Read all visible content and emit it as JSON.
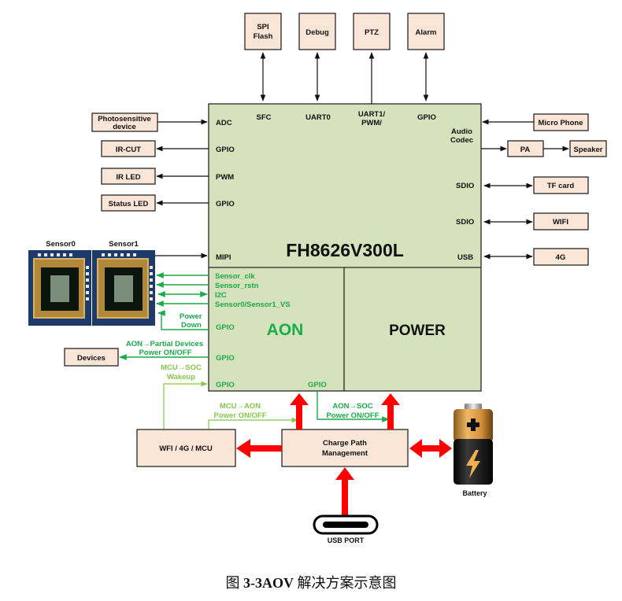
{
  "soc": {
    "title": "FH8626V300L",
    "aon_label": "AON",
    "power_label": "POWER",
    "pins": {
      "sfc": "SFC",
      "uart0": "UART0",
      "uart1_line1": "UART1/",
      "uart1_line2": "PWM/",
      "gpio_top": "GPIO",
      "adc": "ADC",
      "gpio_ircut": "GPIO",
      "pwm": "PWM",
      "gpio_status": "GPIO",
      "mipi": "MIPI",
      "audio_line1": "Audio",
      "audio_line2": "Codec",
      "sdio1": "SDIO",
      "sdio2": "SDIO",
      "usb": "USB"
    },
    "aon_pins": {
      "sensor_clk": "Sensor_clk",
      "sensor_rstn": "Sensor_rstn",
      "i2c": "I2C",
      "sensor_vs": "Sensor0/Sensor1_VS",
      "gpio1": "GPIO",
      "gpio2": "GPIO",
      "gpio3": "GPIO",
      "gpio4": "GPIO"
    }
  },
  "top_peripherals": [
    {
      "line1": "SPI",
      "line2": "Flash"
    },
    {
      "line1": "Debug",
      "line2": ""
    },
    {
      "line1": "PTZ",
      "line2": ""
    },
    {
      "line1": "Alarm",
      "line2": ""
    }
  ],
  "left_peripherals": {
    "photosensitive_line1": "Photosensitive",
    "photosensitive_line2": "device",
    "ir_cut": "IR-CUT",
    "ir_led": "IR LED",
    "status_led": "Status LED",
    "devices": "Devices"
  },
  "right_peripherals": {
    "micro_phone": "Micro Phone",
    "pa": "PA",
    "speaker": "Speaker",
    "tf_card": "TF card",
    "wifi": "WIFI",
    "g4": "4G"
  },
  "sensors": {
    "sensor0": "Sensor0",
    "sensor1": "Sensor1",
    "power_down_line1": "Power",
    "power_down_line2": "Down"
  },
  "signals": {
    "aon_partial_line1": "AON→Partial Devices",
    "aon_partial_line2": "Power ON/OFF",
    "mcu_soc_line1": "MCU→SOC",
    "mcu_soc_line2": "Wakeup",
    "mcu_aon_line1": "MCU→AON",
    "mcu_aon_line2": "Power ON/OFF",
    "aon_soc_line1": "AON→SOC",
    "aon_soc_line2": "Power ON/OFF"
  },
  "power_blocks": {
    "wifi_mcu": "WFI / 4G / MCU",
    "charge_line1": "Charge Path",
    "charge_line2": "Management",
    "battery": "Battery",
    "usb_port": "USB PORT"
  },
  "caption": {
    "prefix": "图 ",
    "number": "3-3",
    "bold_term": "AOV",
    "rest": " 解决方案示意图"
  },
  "colors": {
    "soc_fill": "#d6e2bc",
    "box_fill": "#fbe5d6",
    "aon_green": "#1aac4a",
    "light_green": "#86c84a",
    "power_red": "#ff0000"
  }
}
